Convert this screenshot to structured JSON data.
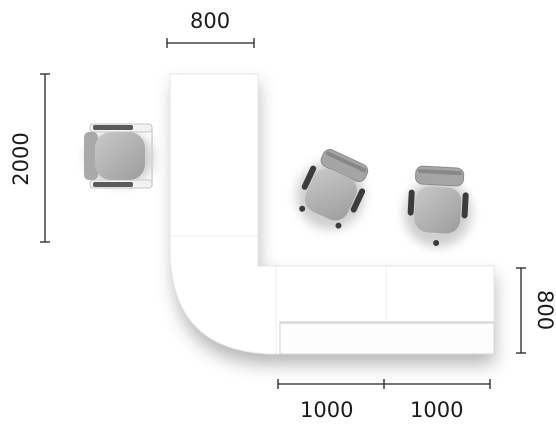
{
  "diagram": {
    "dimensions": {
      "top_width": "800",
      "left_height": "2000",
      "right_depth": "800",
      "bottom_left": "1000",
      "bottom_right": "1000"
    },
    "colors": {
      "desk": "#ffffff",
      "shadow": "#7a7a7a",
      "chair_seat": "#b4b4b4",
      "chair_dark": "#3c3c3c",
      "dimension_line": "#222222"
    },
    "items": {
      "chairs": 3,
      "desk": "L-shaped corner desk"
    }
  }
}
